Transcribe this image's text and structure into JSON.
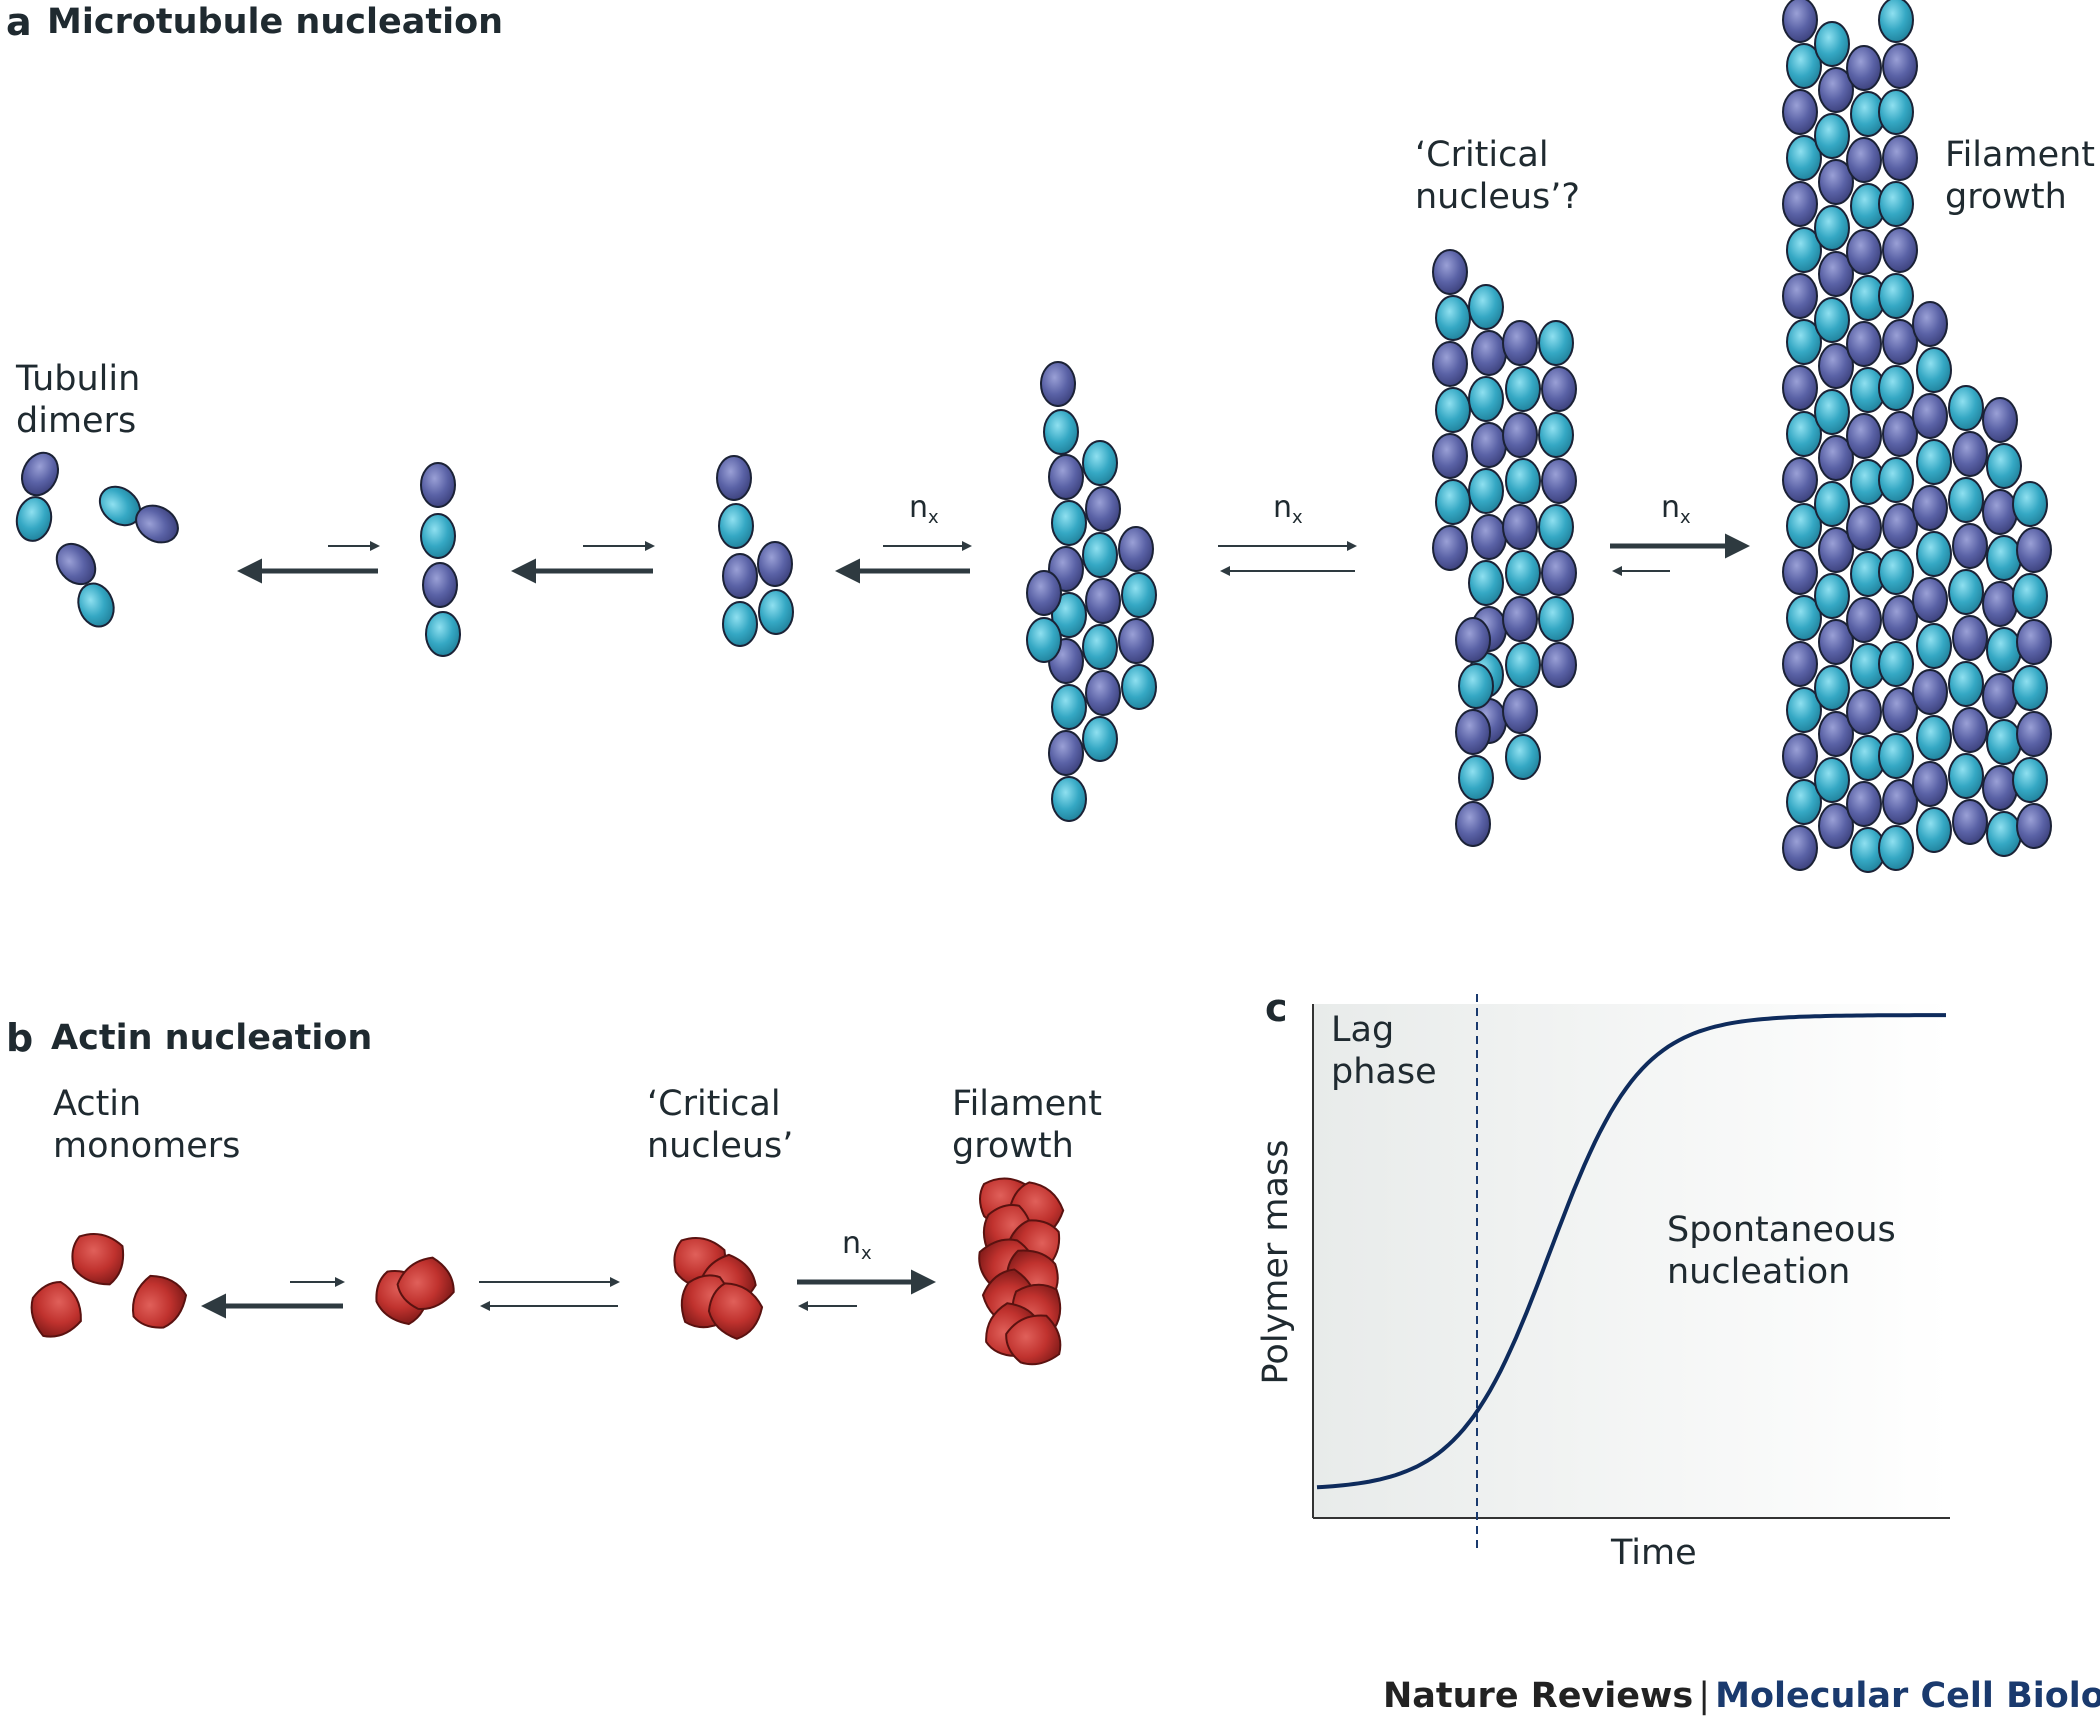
{
  "panel_a": {
    "letter": "a",
    "title": "Microtubule nucleation",
    "labels": {
      "tubulin_dimers": [
        "Tubulin",
        "dimers"
      ],
      "critical_nucleus": [
        "‘Critical",
        "nucleus’?"
      ],
      "filament_growth": [
        "Filament",
        "growth"
      ]
    },
    "nx": "n",
    "nx_sub": "x"
  },
  "panel_b": {
    "letter": "b",
    "title": "Actin nucleation",
    "labels": {
      "actin_monomers": [
        "Actin",
        "monomers"
      ],
      "critical_nucleus": [
        "‘Critical",
        "nucleus’"
      ],
      "filament_growth": [
        "Filament",
        "growth"
      ]
    },
    "nx": "n",
    "nx_sub": "x"
  },
  "panel_c": {
    "letter": "c",
    "lag_phase": [
      "Lag",
      "phase"
    ],
    "spontaneous": [
      "Spontaneous",
      "nucleation"
    ],
    "xlabel": "Time",
    "ylabel": "Polymer mass"
  },
  "footer": {
    "journal": "Nature Reviews",
    "separator": "|",
    "subtitle": "Molecular Cell Biology"
  },
  "colors": {
    "alpha_tubulin": "#5a62a6",
    "beta_tubulin": "#35a8c4",
    "actin": "#c0322e",
    "curve": "#0e2b5c",
    "arrow": "#2e3a40"
  }
}
